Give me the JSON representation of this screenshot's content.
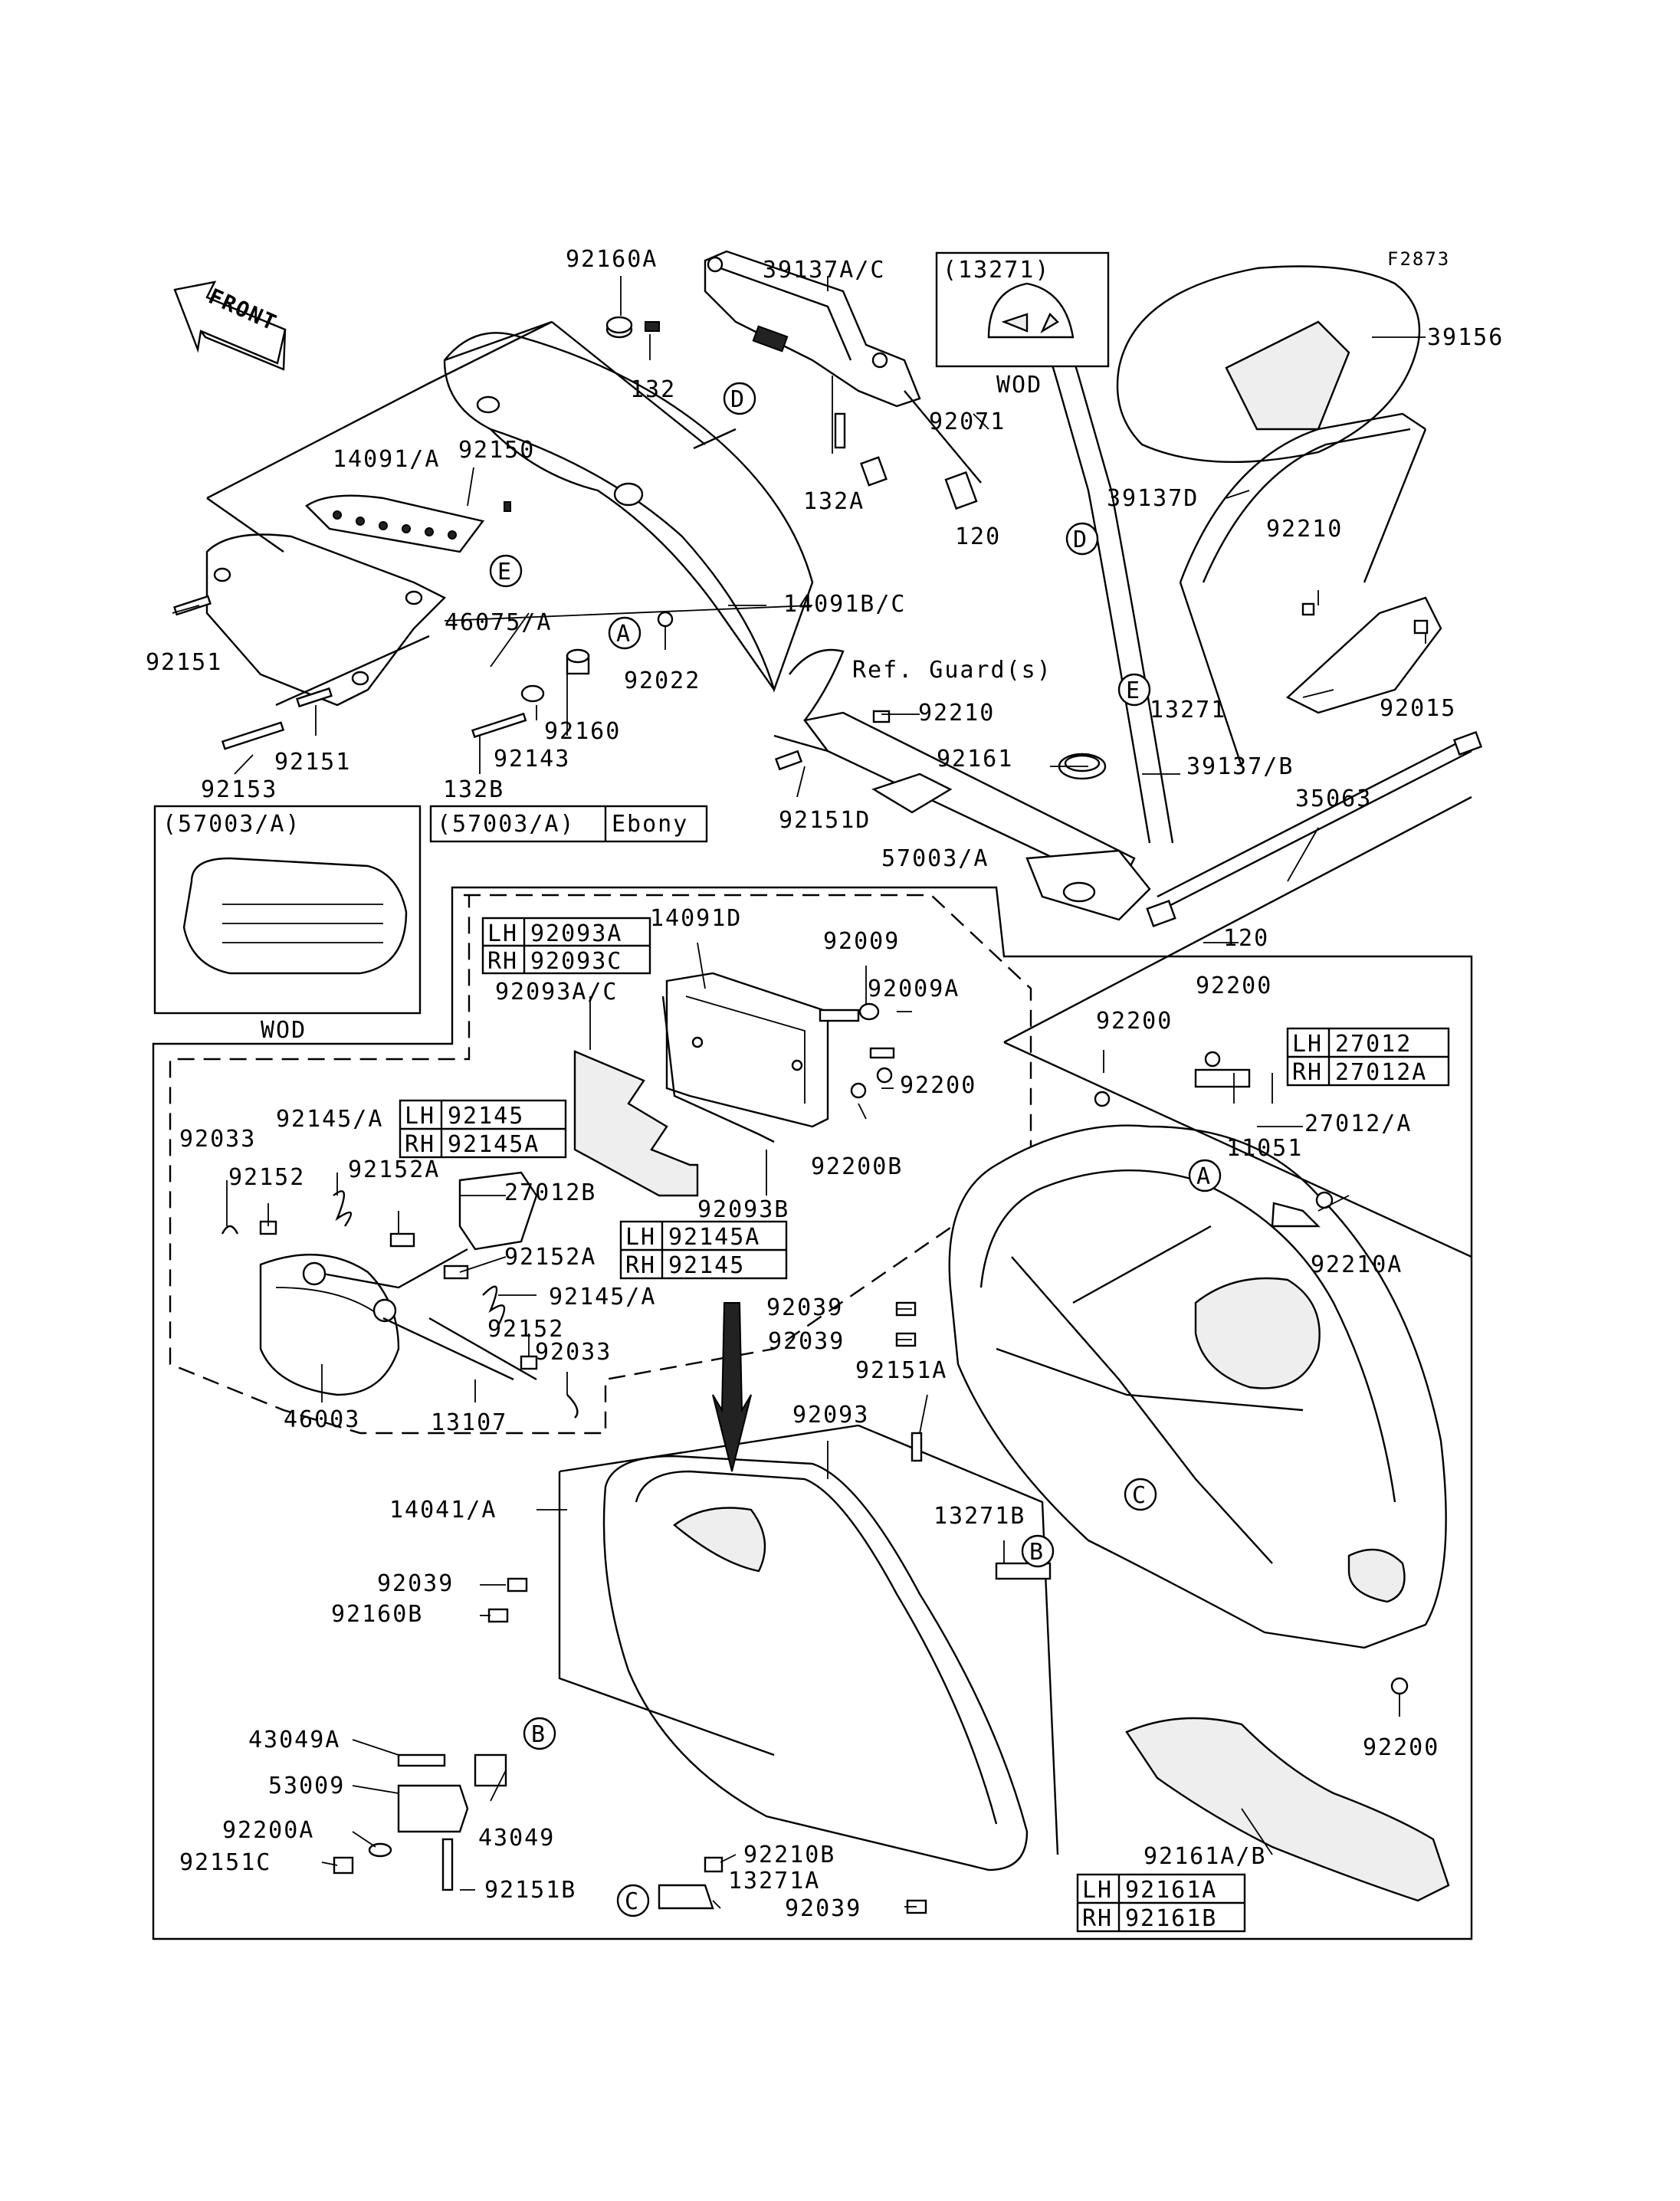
{
  "figure_code": "F2873",
  "front_label": "FRONT",
  "callout_letters": [
    "A",
    "B",
    "C",
    "D",
    "E"
  ],
  "part_labels": {
    "p92160A": "92160A",
    "p39137AC": "39137A/C",
    "p13271_box": "(13271)",
    "p39156": "39156",
    "p132": "132",
    "p92071": "92071",
    "p14091A": "14091/A",
    "p92150": "92150",
    "p132A": "132A",
    "p39137D": "39137D",
    "p120_top": "120",
    "p92210_r": "92210",
    "p46075A": "46075/A",
    "p14091BC": "14091B/C",
    "p92151_l": "92151",
    "p92022": "92022",
    "p92015": "92015",
    "p13271": "13271",
    "p92210": "92210",
    "p92160": "92160",
    "p92151_b": "92151",
    "p92143": "92143",
    "p92153": "92153",
    "p132B": "132B",
    "p92161": "92161",
    "p39137B": "39137/B",
    "p35063": "35063",
    "p92151D": "92151D",
    "p57003A_box": "(57003/A)",
    "p57003A": "57003/A",
    "p14091D": "14091D",
    "p92009": "92009",
    "p92093AC": "92093A/C",
    "p92009A": "92009A",
    "p120_bot": "120",
    "p92200_top": "92200",
    "p92200_2": "92200",
    "p92200_3": "92200",
    "p92200B": "92200B",
    "p92093B": "92093B",
    "p27012A": "27012/A",
    "p11051": "11051",
    "p92210A": "92210A",
    "p92033_t": "92033",
    "p92145A": "92145/A",
    "p92152_t": "92152",
    "p92152A_t": "92152A",
    "p27012B": "27012B",
    "p92152A_b": "92152A",
    "p92145A_b": "92145/A",
    "p92152_b": "92152",
    "p92033_b": "92033",
    "p46003": "46003",
    "p13107": "13107",
    "p92039_1": "92039",
    "p92039_2": "92039",
    "p92151A": "92151A",
    "p92093": "92093",
    "p14041A": "14041/A",
    "p13271B": "13271B",
    "p92039_3": "92039",
    "p92160B": "92160B",
    "p92200_r": "92200",
    "p43049A": "43049A",
    "p53009": "53009",
    "p92200A": "92200A",
    "p43049": "43049",
    "p92151C": "92151C",
    "p92161AB": "92161A/B",
    "p92210B": "92210B",
    "p13271A": "13271A",
    "p92151B": "92151B",
    "p92039_4": "92039"
  },
  "wod_labels": [
    "WOD",
    "WOD"
  ],
  "ref_guard": "Ref. Guard(s)",
  "ebony_table": {
    "part": "(57003/A)",
    "finish": "Ebony"
  },
  "variant_tables": {
    "t92093": [
      [
        "LH",
        "92093A"
      ],
      [
        "RH",
        "92093C"
      ]
    ],
    "t27012": [
      [
        "LH",
        "27012"
      ],
      [
        "RH",
        "27012A"
      ]
    ],
    "t92145": [
      [
        "LH",
        "92145"
      ],
      [
        "RH",
        "92145A"
      ]
    ],
    "t92145A": [
      [
        "LH",
        "92145A"
      ],
      [
        "RH",
        "92145"
      ]
    ],
    "t92161": [
      [
        "LH",
        "92161A"
      ],
      [
        "RH",
        "92161B"
      ]
    ]
  }
}
